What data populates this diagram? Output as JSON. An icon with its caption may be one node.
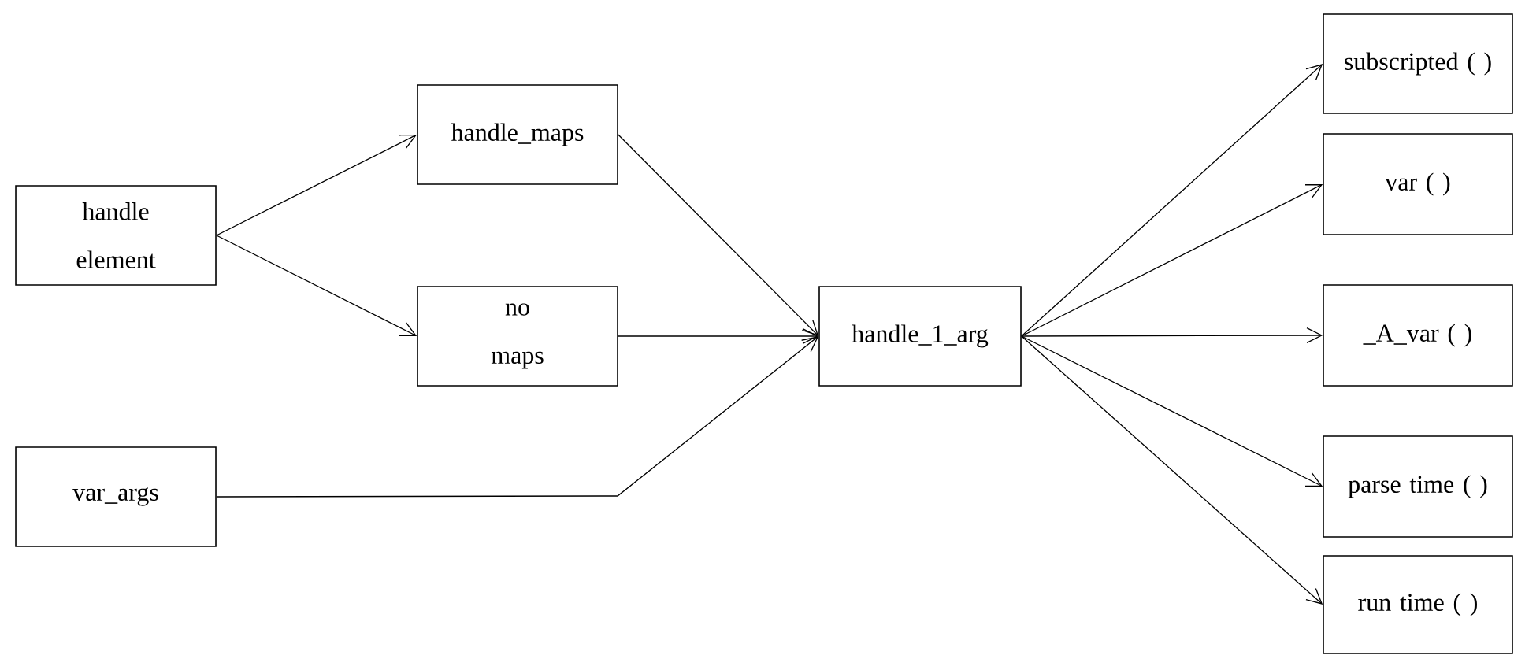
{
  "diagram": {
    "nodes": [
      {
        "text": [
          "handle element"
        ]
      },
      {
        "text": [
          "handle_maps"
        ]
      },
      {
        "text": [
          "no maps"
        ]
      },
      {
        "text": [
          "var_args"
        ]
      },
      {
        "text": [
          "handle_1_arg"
        ]
      },
      {
        "text": [
          "subscripted ( )"
        ]
      },
      {
        "text": [
          "var ( )"
        ]
      },
      {
        "text": [
          "_A_var ( )"
        ]
      },
      {
        "text": [
          "parse time ( )"
        ]
      },
      {
        "text": [
          "run time ( )"
        ]
      }
    ],
    "edges": [
      {
        "from": 0,
        "to": 1,
        "arrow": "to"
      },
      {
        "from": 0,
        "to": 2,
        "arrow": "to"
      },
      {
        "from": 1,
        "to": 4,
        "arrow": "to"
      },
      {
        "from": 2,
        "to": 4,
        "arrow": "to"
      },
      {
        "from": 3,
        "to": 4,
        "arrow": "to"
      },
      {
        "from": 4,
        "to": 5,
        "arrow": "to"
      },
      {
        "from": 4,
        "to": 6,
        "arrow": "to"
      },
      {
        "from": 4,
        "to": 7,
        "arrow": "to"
      },
      {
        "from": 4,
        "to": 8,
        "arrow": "to"
      },
      {
        "from": 4,
        "to": 9,
        "arrow": "to"
      }
    ]
  }
}
